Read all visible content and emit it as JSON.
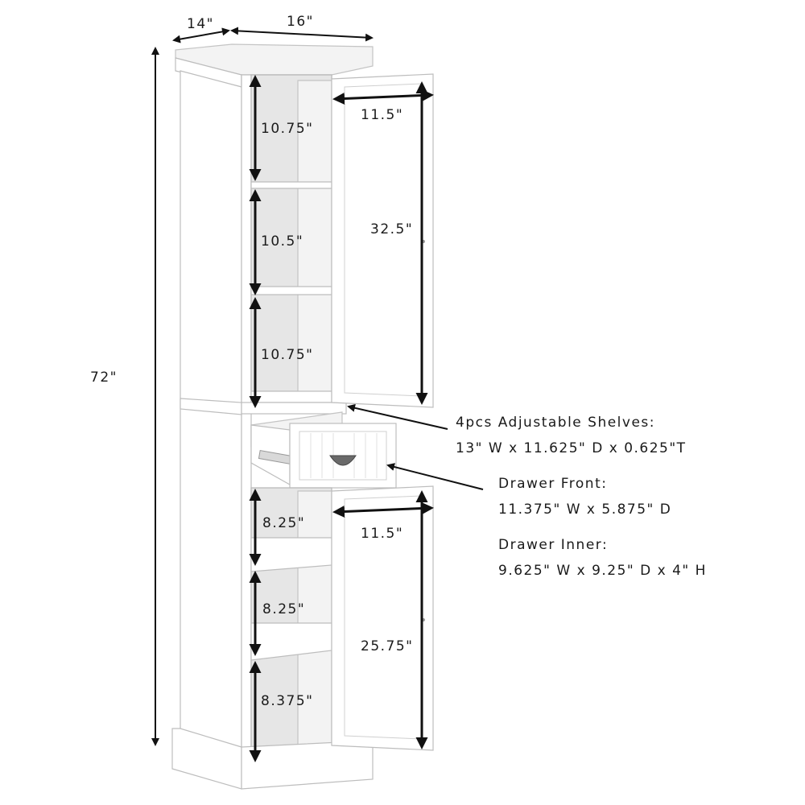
{
  "dimensions": {
    "overall_depth": "14\"",
    "overall_width": "16\"",
    "overall_height": "72\"",
    "upper_shelf_1": "10.75\"",
    "upper_shelf_2": "10.5\"",
    "upper_shelf_3": "10.75\"",
    "upper_door_width": "11.5\"",
    "upper_door_height": "32.5\"",
    "lower_shelf_1": "8.25\"",
    "lower_shelf_2": "8.25\"",
    "lower_shelf_3": "8.375\"",
    "lower_door_width": "11.5\"",
    "lower_door_height": "25.75\""
  },
  "callouts": {
    "shelves_title": "4pcs Adjustable Shelves:",
    "shelves_spec": "13\" W x 11.625\" D x 0.625\"T",
    "drawer_front_title": "Drawer Front:",
    "drawer_front_spec": "11.375\" W x 5.875\" D",
    "drawer_inner_title": "Drawer Inner:",
    "drawer_inner_spec": "9.625\" W x 9.25\" D x 4\" H"
  },
  "colors": {
    "cabinet": "#ffffff",
    "outline": "#bdbdbd",
    "arrows": "#111111",
    "text": "#1a1a1a"
  }
}
